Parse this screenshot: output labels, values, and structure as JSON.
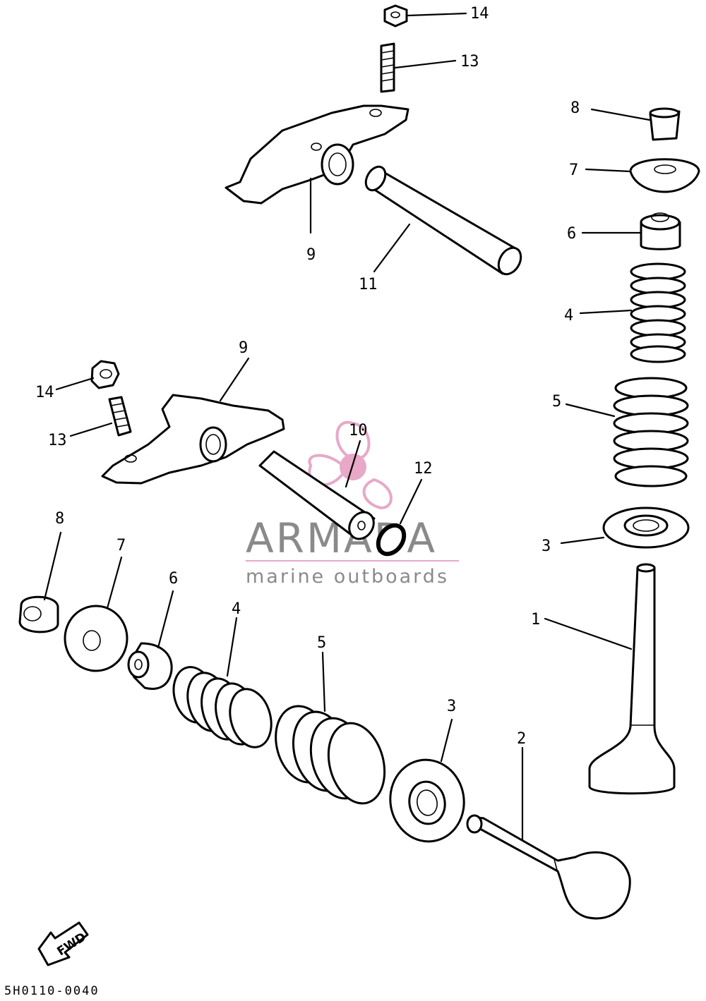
{
  "diagram": {
    "code": "5H0110-0040",
    "fwd_label": "FWD",
    "callouts": [
      {
        "id": "c14a",
        "text": "14"
      },
      {
        "id": "c13a",
        "text": "13"
      },
      {
        "id": "c9a",
        "text": "9"
      },
      {
        "id": "c11",
        "text": "11"
      },
      {
        "id": "c8a",
        "text": "8"
      },
      {
        "id": "c7a",
        "text": "7"
      },
      {
        "id": "c6a",
        "text": "6"
      },
      {
        "id": "c4a",
        "text": "4"
      },
      {
        "id": "c5a",
        "text": "5"
      },
      {
        "id": "c3a",
        "text": "3"
      },
      {
        "id": "c1",
        "text": "1"
      },
      {
        "id": "c9b",
        "text": "9"
      },
      {
        "id": "c14b",
        "text": "14"
      },
      {
        "id": "c13b",
        "text": "13"
      },
      {
        "id": "c10",
        "text": "10"
      },
      {
        "id": "c12",
        "text": "12"
      },
      {
        "id": "c8b",
        "text": "8"
      },
      {
        "id": "c7b",
        "text": "7"
      },
      {
        "id": "c6b",
        "text": "6"
      },
      {
        "id": "c4b",
        "text": "4"
      },
      {
        "id": "c5b",
        "text": "5"
      },
      {
        "id": "c3b",
        "text": "3"
      },
      {
        "id": "c2",
        "text": "2"
      }
    ]
  },
  "watermark": {
    "title": "ARMADA",
    "subtitle": "marine outboards",
    "accent_color": "#e8a8c8"
  }
}
